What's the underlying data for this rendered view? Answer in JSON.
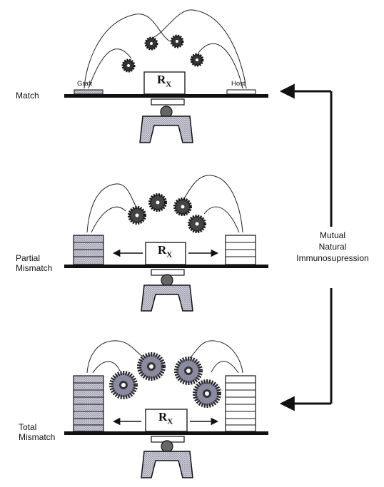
{
  "panels": [
    {
      "label_lines": [
        "Match"
      ],
      "graft_label": "Graft",
      "host_label": "Host",
      "rx": "R",
      "rx_sub": "X"
    },
    {
      "label_lines": [
        "Partial",
        "Mismatch"
      ],
      "rx": "R",
      "rx_sub": "X"
    },
    {
      "label_lines": [
        "Total",
        "Mismatch"
      ],
      "rx": "R",
      "rx_sub": "X"
    }
  ],
  "side_label": [
    "Mutual",
    "Natural",
    "Immunosupression"
  ],
  "colors": {
    "ink": "#111111",
    "stipple": "#a8a8b8",
    "white": "#ffffff"
  }
}
